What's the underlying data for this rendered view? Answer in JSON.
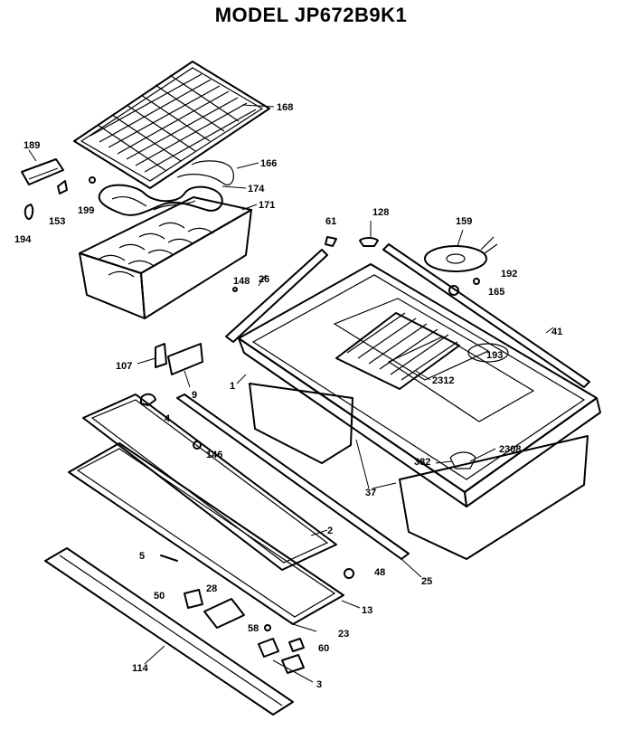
{
  "title": "MODEL JP672B9K1",
  "callouts": {
    "c168": "168",
    "c166": "166",
    "c174": "174",
    "c171": "171",
    "c189": "189",
    "c199": "199",
    "c153": "153",
    "c194": "194",
    "c61": "61",
    "c128": "128",
    "c159": "159",
    "c192": "192",
    "c165": "165",
    "c148": "148",
    "c26": "26",
    "c41": "41",
    "c193": "193",
    "c107": "107",
    "c9": "9",
    "c1": "1",
    "c2312": "2312",
    "c4": "4",
    "c146": "146",
    "c2308": "2308",
    "c382": "382",
    "c37": "37",
    "c2": "2",
    "c5": "5",
    "c48": "48",
    "c25": "25",
    "c50": "50",
    "c28": "28",
    "c13": "13",
    "c58": "58",
    "c23": "23",
    "c60": "60",
    "c114": "114",
    "c3": "3"
  }
}
